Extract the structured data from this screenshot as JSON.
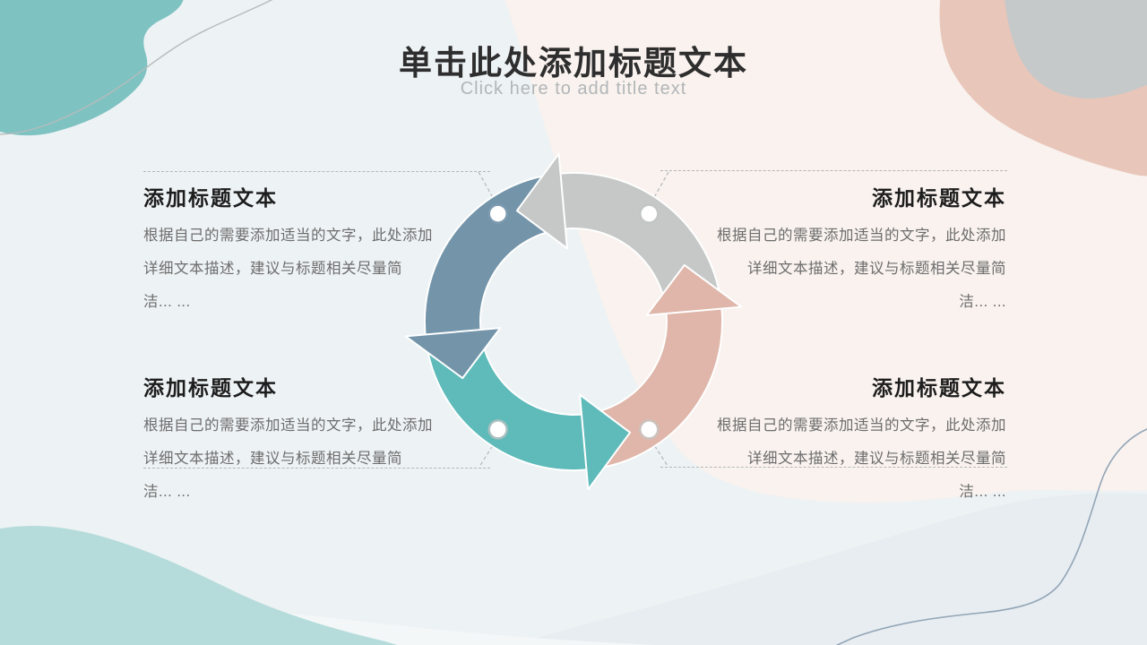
{
  "slide": {
    "title": "单击此处添加标题文本",
    "subtitle": "Click here to add title text"
  },
  "blocks": [
    {
      "id": "top-left",
      "align": "left",
      "title": "添加标题文本",
      "body_lines": [
        "根据自己的需要添加适当的文字，此处添加",
        "详细文本描述，建议与标题相关尽量简",
        "洁... ..."
      ]
    },
    {
      "id": "top-right",
      "align": "right",
      "title": "添加标题文本",
      "body_lines": [
        "根据自己的需要添加适当的文字，此处添加",
        "详细文本描述，建议与标题相关尽量简",
        "洁... ..."
      ]
    },
    {
      "id": "bottom-left",
      "align": "left",
      "title": "添加标题文本",
      "body_lines": [
        "根据自己的需要添加适当的文字，此处添加",
        "详细文本描述，建议与标题相关尽量简",
        "洁... ..."
      ]
    },
    {
      "id": "bottom-right",
      "align": "right",
      "title": "添加标题文本",
      "body_lines": [
        "根据自己的需要添加适当的文字，此处添加",
        "详细文本描述，建议与标题相关尽量简",
        "洁... ..."
      ]
    }
  ],
  "diagram": {
    "type": "cycle",
    "direction": "counterclockwise",
    "arrows": [
      {
        "name": "top",
        "color": "#c6c8c8"
      },
      {
        "name": "left",
        "color": "#7394a9"
      },
      {
        "name": "bottom",
        "color": "#5fbaba"
      },
      {
        "name": "right",
        "color": "#dfb6a9"
      }
    ],
    "dots": [
      {
        "name": "top-left",
        "color": "#7d9ab0"
      },
      {
        "name": "top-right",
        "color": "#c3c6c6"
      },
      {
        "name": "bottom-left",
        "color": "#a9bfbf"
      },
      {
        "name": "bottom-right",
        "color": "#ccc3bf"
      }
    ]
  },
  "colors": {
    "base_background": "#edf2f4",
    "pink_field": "#f9f2ee",
    "slate_region": "#e8edf1",
    "light_wave": "#f3f7f8",
    "teal_blob_top_left": "#7ec2c2",
    "teal_wave_bottom_left": "#b5dcdb",
    "pink_blob_top_right": "#e9c6ba",
    "gray_blob_top_right": "#c6c9c9",
    "gray_curve": "#b7bbbb",
    "slate_curve": "#92a5b7",
    "connector_dash": "#b2b7b9",
    "title_text": "#2e2e2e",
    "subtitle_text": "#b2b6b8",
    "body_text": "#6d6d6d"
  }
}
